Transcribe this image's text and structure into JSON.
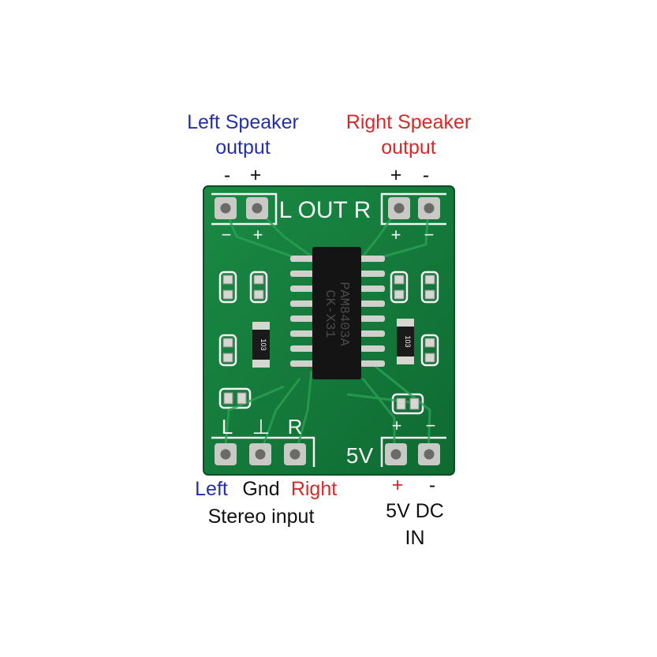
{
  "labels": {
    "left_speaker_line1": "Left Speaker",
    "left_speaker_line2": "output",
    "left_speaker_minus": "-",
    "left_speaker_plus": "+",
    "right_speaker_line1": "Right Speaker",
    "right_speaker_line2": "output",
    "right_speaker_plus": "+",
    "right_speaker_minus": "-",
    "input_left": "Left",
    "input_gnd": "Gnd",
    "input_right": "Right",
    "input_caption": "Stereo input",
    "power_plus": "+",
    "power_minus": "-",
    "power_line1": "5V DC",
    "power_line2": "IN"
  },
  "board": {
    "top_silk": "L OUT R",
    "top_left_minus": "−",
    "top_left_plus": "+",
    "top_right_plus": "+",
    "top_right_minus": "−",
    "chip_line1": "PAM8403A",
    "chip_line2": "CK-X31",
    "resistor_left": "103",
    "resistor_right": "103",
    "bottom_L": "L",
    "bottom_gnd": "⊥",
    "bottom_R": "R",
    "bottom_5v": "5V",
    "bottom_plus": "+",
    "bottom_minus": "−"
  },
  "colors": {
    "pcb": "#127a3a",
    "silkscreen": "#f4f4f4",
    "left_label": "#2530a8",
    "right_label": "#d42a2a"
  }
}
